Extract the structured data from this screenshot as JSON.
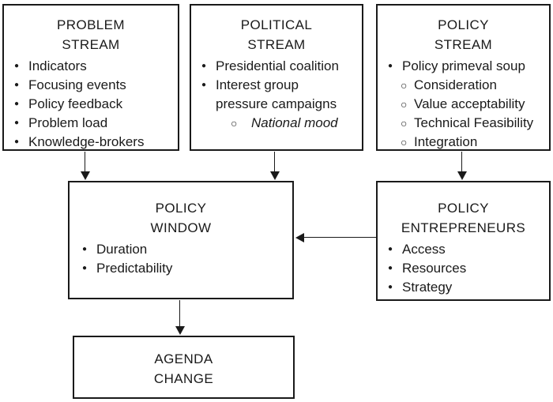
{
  "colors": {
    "border": "#1a1a1a",
    "text": "#1a1a1a",
    "background": "#ffffff"
  },
  "boxes": {
    "problem_stream": {
      "title": "PROBLEM\nSTREAM",
      "items": [
        "Indicators",
        "Focusing events",
        "Policy feedback",
        "Problem load",
        "Knowledge-brokers"
      ]
    },
    "political_stream": {
      "title": "POLITICAL\nSTREAM",
      "items": [
        "Presidential coalition",
        "Interest group\npressure campaigns"
      ],
      "sub_item": "National mood"
    },
    "policy_stream": {
      "title": "POLICY\nSTREAM",
      "items": [
        "Policy primeval soup"
      ],
      "sub_items": [
        "Consideration",
        "Value acceptability",
        "Technical Feasibility",
        "Integration"
      ]
    },
    "policy_window": {
      "title": "POLICY\nWINDOW",
      "items": [
        "Duration",
        "Predictability"
      ]
    },
    "policy_entrepreneurs": {
      "title": "POLICY\nENTREPRENEURS",
      "items": [
        "Access",
        "Resources",
        "Strategy"
      ]
    },
    "agenda_change": {
      "title": "AGENDA\nCHANGE"
    }
  }
}
